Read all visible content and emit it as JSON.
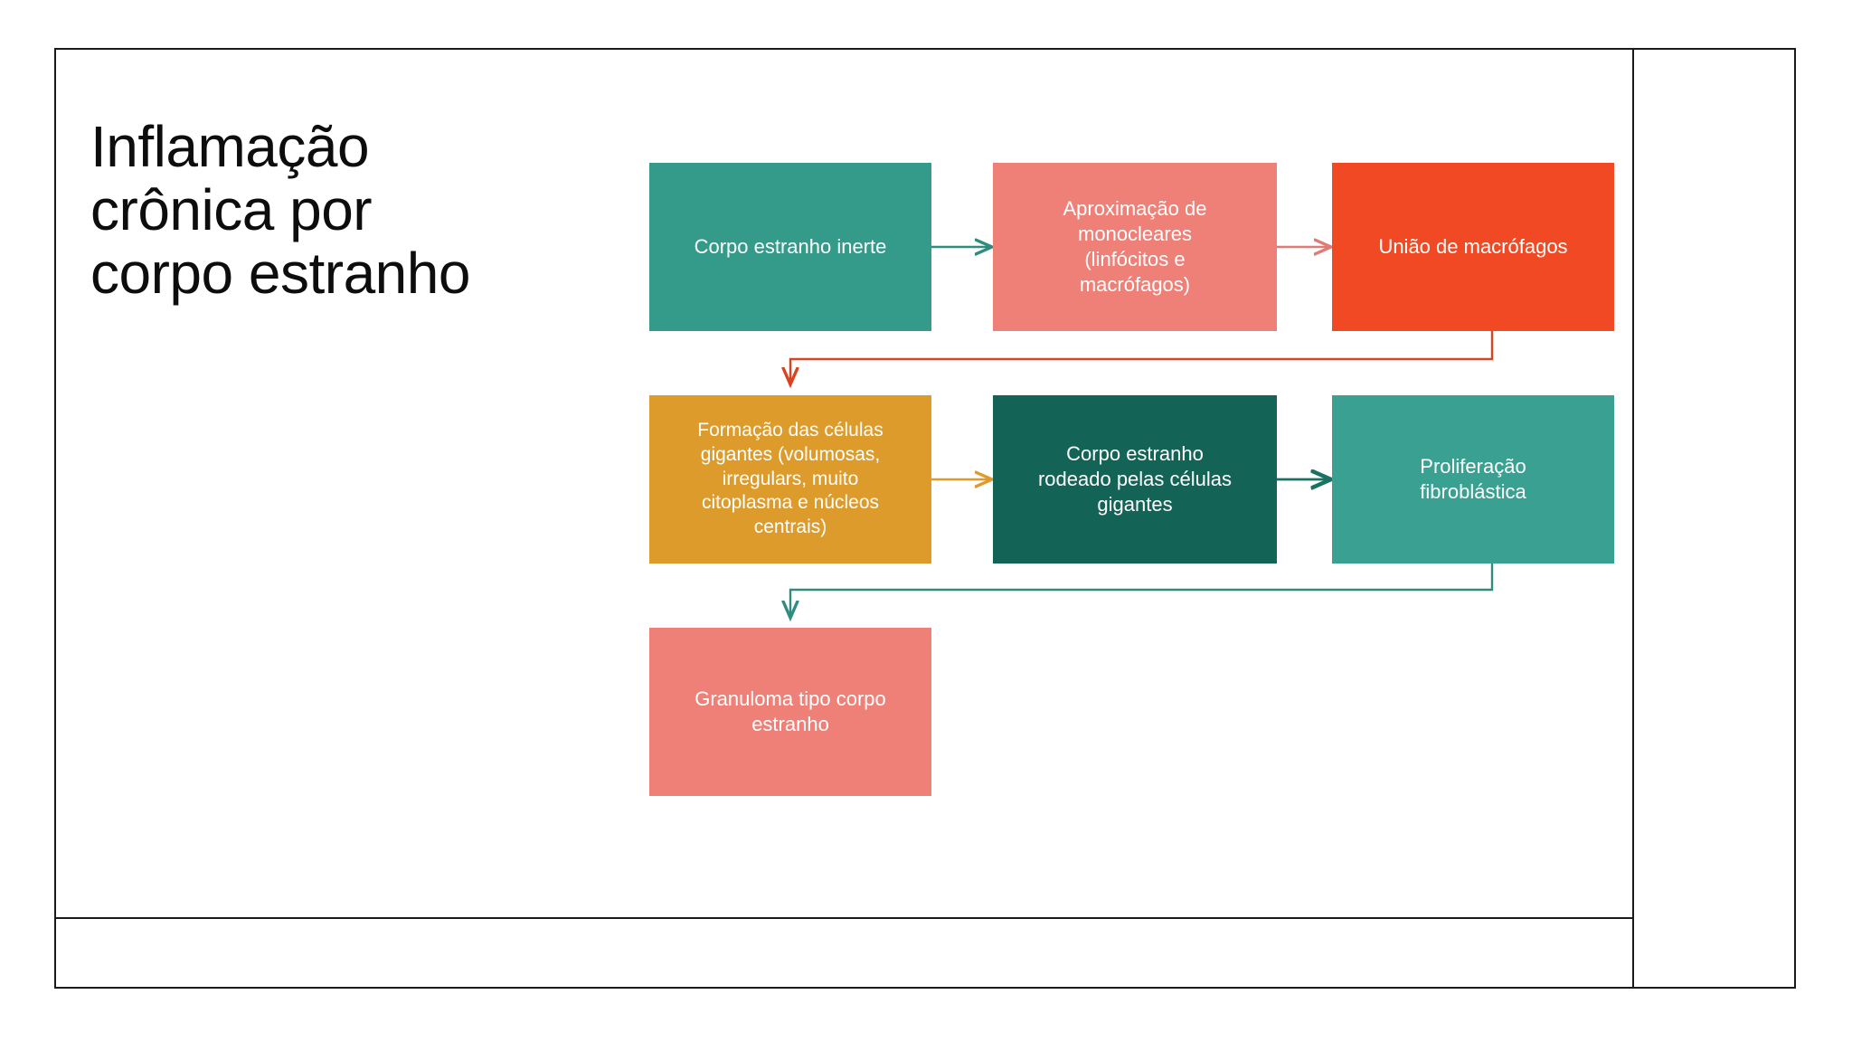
{
  "slide": {
    "title": "Inflamação crônica por corpo estranho"
  },
  "colors": {
    "teal": "#349a8a",
    "salmon": "#ee8078",
    "red_orange": "#f04923",
    "gold": "#dd9b2c",
    "dark_teal": "#136457",
    "teal_light": "#3aa192",
    "frame_line": "#1a1a1a",
    "text_on_box": "#ffffff",
    "arrow_teal": "#2f8d7e",
    "arrow_salmon": "#e07b75",
    "arrow_red": "#d9431f",
    "arrow_gold": "#e09a2b",
    "arrow_dark_teal": "#1a7263"
  },
  "flow": {
    "nodes": [
      {
        "id": "corpo-estranho-inerte",
        "label": "Corpo estranho inerte",
        "color": "#349a8a",
        "row": 1
      },
      {
        "id": "aproximacao-monocleares",
        "label": "Aproximação de\nmonocleares\n(linfócitos e\nmacrófagos)",
        "color": "#ee8078",
        "row": 1
      },
      {
        "id": "uniao-macrofagos",
        "label": "União de macrófagos",
        "color": "#f04923",
        "row": 1
      },
      {
        "id": "formacao-celulas-gigantes",
        "label": "Formação das células\ngigantes (volumosas,\nirregulars, muito\ncitoplasma e núcleos\ncentrais)",
        "color": "#dd9b2c",
        "row": 2
      },
      {
        "id": "corpo-estranho-rodeado",
        "label": "Corpo estranho\nrodeado pelas células\ngigantes",
        "color": "#136457",
        "row": 2
      },
      {
        "id": "proliferacao-fibroblastica",
        "label": "Proliferação\nfibroblástica",
        "color": "#3aa192",
        "row": 2
      },
      {
        "id": "granuloma-tipo-corpo-estranho",
        "label": "Granuloma tipo corpo\nestranho",
        "color": "#ee8078",
        "row": 3
      }
    ],
    "connectors": [
      {
        "id": "arrow-1",
        "from": "corpo-estranho-inerte",
        "to": "aproximacao-monocleares",
        "kind": "straight-right",
        "color": "#2f8d7e"
      },
      {
        "id": "arrow-2",
        "from": "aproximacao-monocleares",
        "to": "uniao-macrofagos",
        "kind": "straight-right",
        "color": "#e07b75"
      },
      {
        "id": "arrow-3",
        "from": "uniao-macrofagos",
        "to": "formacao-celulas-gigantes",
        "kind": "elbow-down-left",
        "color": "#d9431f"
      },
      {
        "id": "arrow-4",
        "from": "formacao-celulas-gigantes",
        "to": "corpo-estranho-rodeado",
        "kind": "straight-right",
        "color": "#e09a2b"
      },
      {
        "id": "arrow-5",
        "from": "corpo-estranho-rodeado",
        "to": "proliferacao-fibroblastica",
        "kind": "straight-right",
        "color": "#1a7263"
      },
      {
        "id": "arrow-6",
        "from": "proliferacao-fibroblastica",
        "to": "granuloma-tipo-corpo-estranho",
        "kind": "elbow-down-left",
        "color": "#2f8d7e"
      }
    ]
  }
}
